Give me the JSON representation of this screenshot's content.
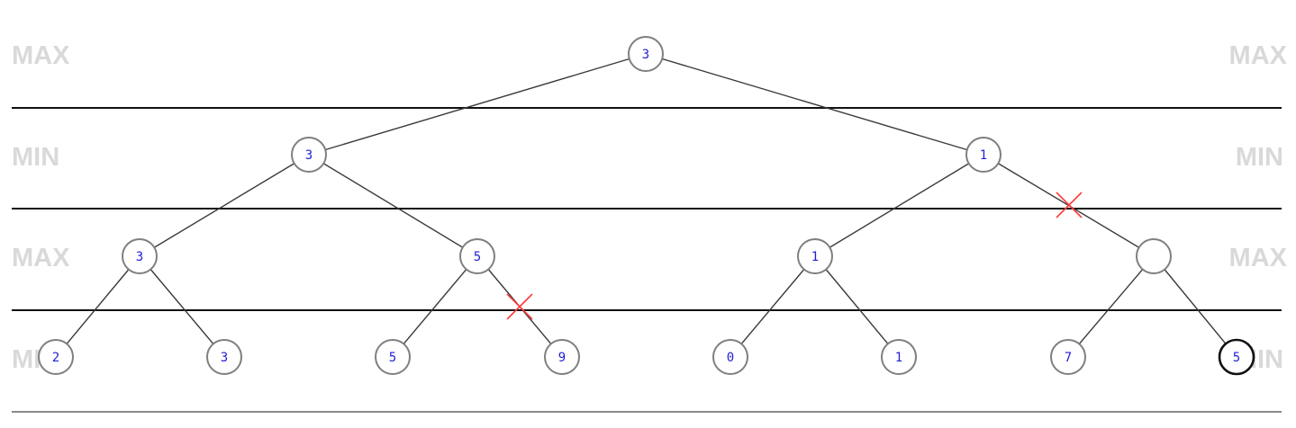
{
  "level_labels": {
    "depth0": "MAX",
    "depth1": "MIN",
    "depth2": "MAX",
    "depth3": "MIN"
  },
  "tree": {
    "root": "3",
    "min_left": "3",
    "min_right": "1",
    "max_ll": "3",
    "max_lr": "5",
    "max_rl": "1",
    "max_rr": "",
    "leaf_1": "2",
    "leaf_2": "3",
    "leaf_3": "5",
    "leaf_4": "9",
    "leaf_5": "0",
    "leaf_6": "1",
    "leaf_7": "7",
    "leaf_8": "5"
  },
  "colors": {
    "node_value": "#1f1fd6",
    "prune_mark": "#ff3b3b",
    "level_label": "#d9d9d9"
  }
}
